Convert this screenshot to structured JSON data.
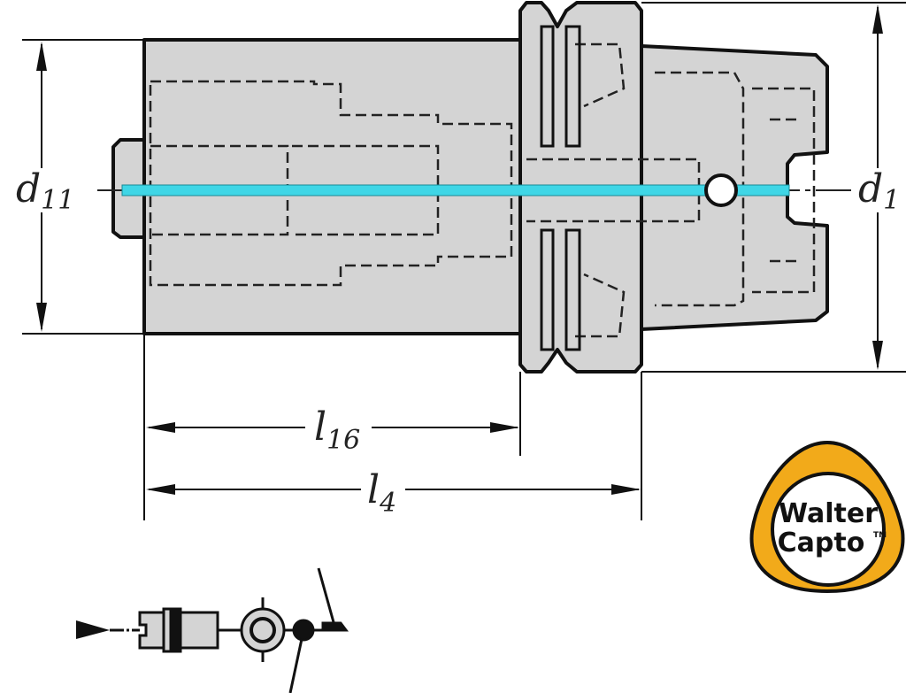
{
  "dimensions": {
    "d11": {
      "main": "d",
      "sub": "11"
    },
    "d1": {
      "main": "d",
      "sub": "1"
    },
    "l16": {
      "main": "l",
      "sub": "16"
    },
    "l4": {
      "main": "l",
      "sub": "4"
    }
  },
  "logo": {
    "line1": "Walter",
    "line2": "Capto",
    "tm": "TM"
  },
  "colors": {
    "body": "#d4d4d4",
    "coolant": "#3fd6e6",
    "logo_ring": "#f2aa1a",
    "line": "#111111"
  },
  "icons": [
    "coolant-channel-icon",
    "assembly-symbol-icon"
  ]
}
